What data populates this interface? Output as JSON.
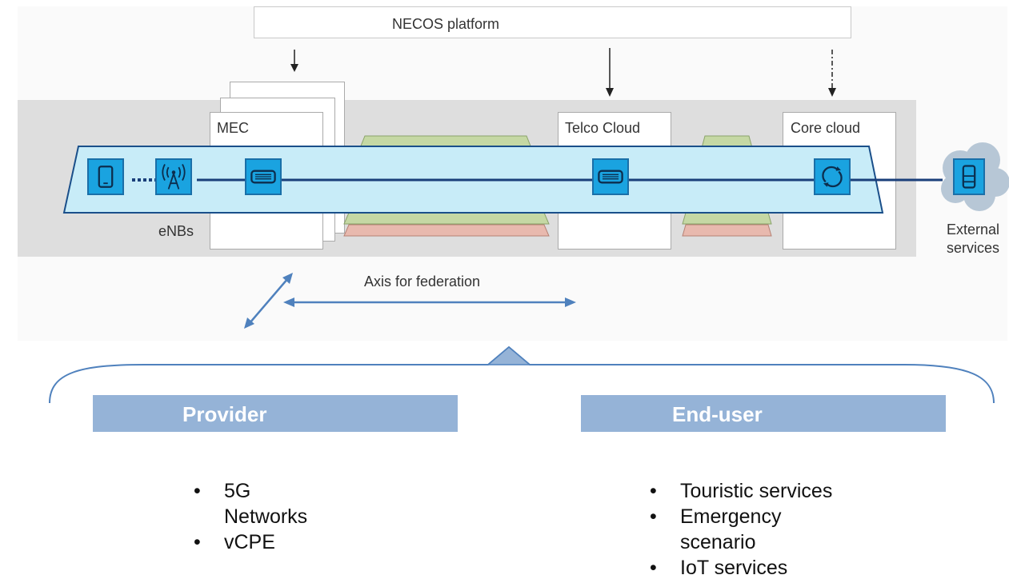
{
  "diagram": {
    "platform_label": "NECOS platform",
    "mec_label": "MEC",
    "telco_cloud_label": "Telco Cloud",
    "core_cloud_label": "Core cloud",
    "enbs_label": "eNBs",
    "external_label_line1": "External",
    "external_label_line2": "services",
    "axis_label": "Axis for federation",
    "colors": {
      "slice_fill": "#c8ecf8",
      "slice_stroke": "#1a4f8a",
      "icon_fill": "#1aa3e0",
      "band_gray": "#dedede",
      "green_layer": "#c5d8a4",
      "pink_layer": "#e8b9ae",
      "arrow_blue": "#4f81bd",
      "category_bar": "#95b3d7"
    },
    "icons": [
      "mobile-device-icon",
      "antenna-icon",
      "switch-icon",
      "switch-icon",
      "router-icon",
      "server-icon"
    ]
  },
  "categories": {
    "provider": {
      "title": "Provider",
      "subtitle": "oriented",
      "items": [
        "5G",
        "Networks",
        "vCPE"
      ]
    },
    "end_user": {
      "title": "End-user",
      "subtitle": "oriented",
      "items": [
        "Touristic services",
        "Emergency",
        "scenario",
        "IoT services"
      ]
    }
  }
}
